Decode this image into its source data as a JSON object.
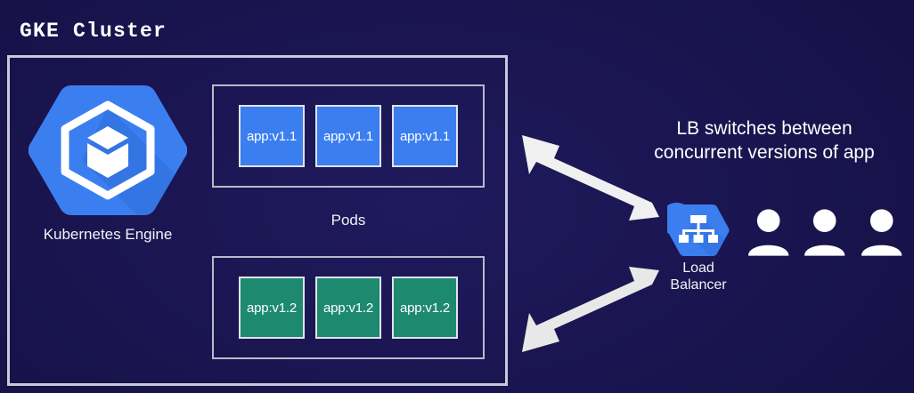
{
  "diagram": {
    "title": "GKE Cluster",
    "background_color": "#1a1550",
    "border_color": "#c8c8d8"
  },
  "cluster": {
    "engine": {
      "label": "Kubernetes Engine",
      "icon": "gke-hexagon-icon",
      "color": "#3b7ef0"
    },
    "pods_caption": "Pods",
    "groups": [
      {
        "version": "v1.1",
        "color": "#3b7ef0",
        "pods": [
          {
            "label": "app:v1.1"
          },
          {
            "label": "app:v1.1"
          },
          {
            "label": "app:v1.1"
          }
        ]
      },
      {
        "version": "v1.2",
        "color": "#1d8a70",
        "pods": [
          {
            "label": "app:v1.2"
          },
          {
            "label": "app:v1.2"
          },
          {
            "label": "app:v1.2"
          }
        ]
      }
    ]
  },
  "load_balancer": {
    "label_line1": "Load",
    "label_line2": "Balancer",
    "icon": "load-balancer-hexagon-icon",
    "color": "#3b7ef0"
  },
  "annotation": {
    "line1": "LB switches between",
    "line2": "concurrent versions of app"
  },
  "users": {
    "count": 3,
    "icon": "user-icon"
  },
  "arrows": [
    {
      "name": "arrow-to-v1-1-pods",
      "direction": "up-left"
    },
    {
      "name": "arrow-to-v1-2-pods",
      "direction": "down-left"
    }
  ]
}
